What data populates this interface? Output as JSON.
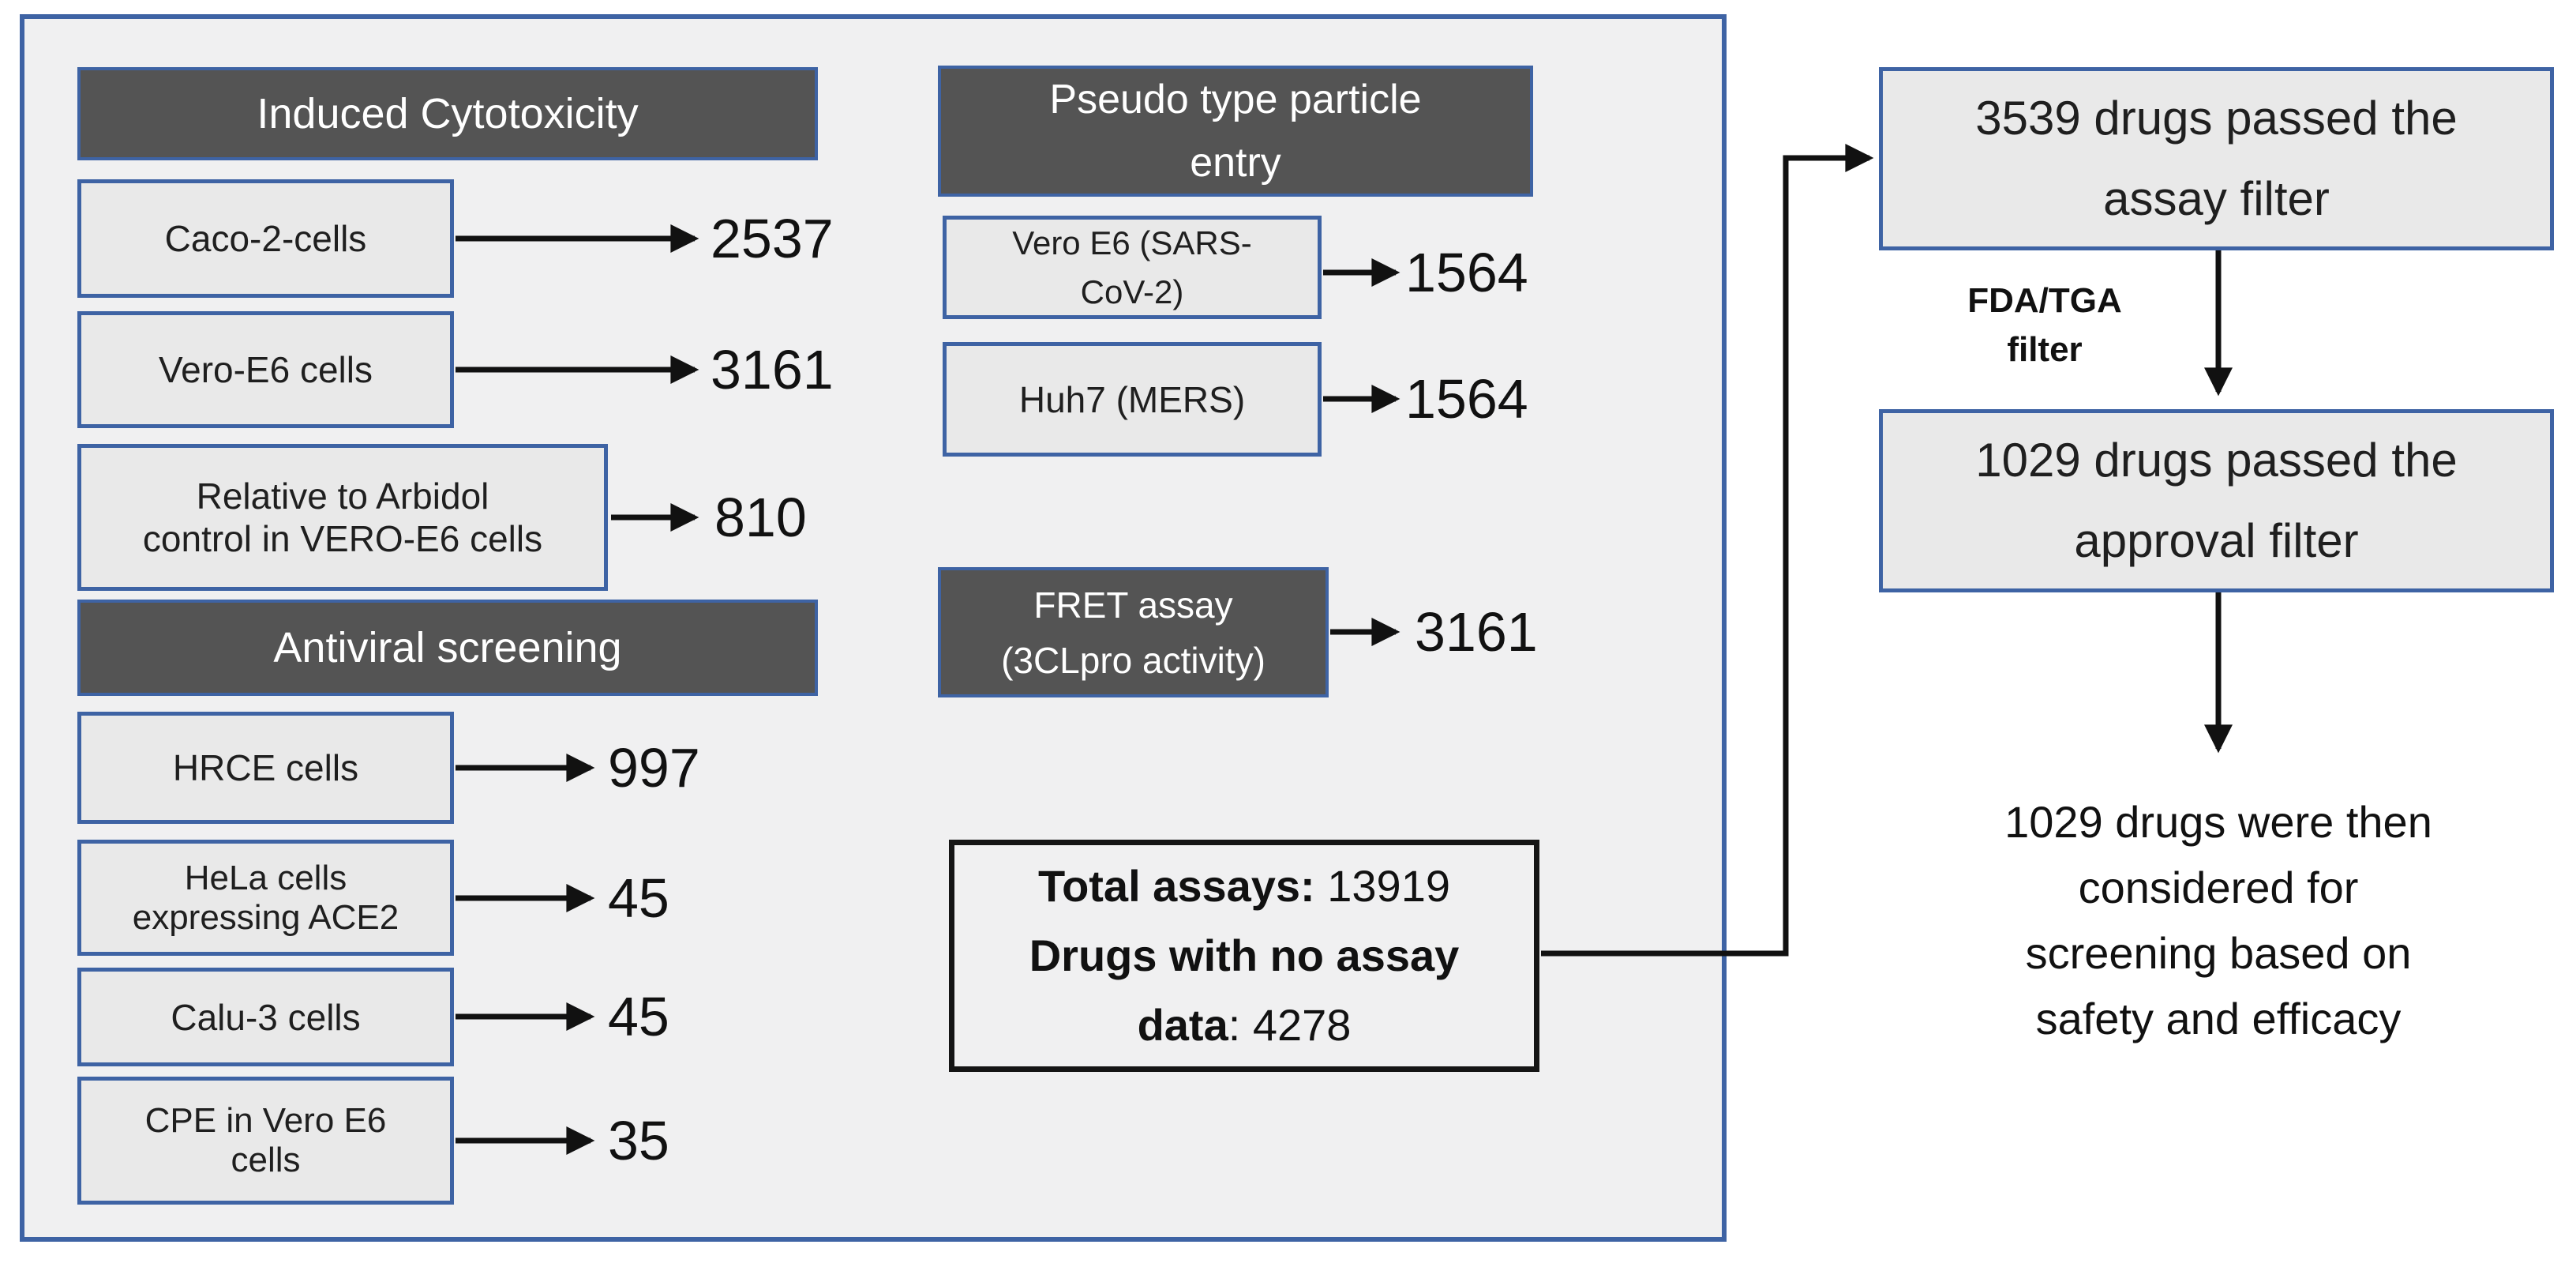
{
  "colors": {
    "outer_panel_bg": "#f0f0f1",
    "box_fill": "#e9e9e9",
    "dark_header_fill": "#545454",
    "blue_border": "#3e63a4",
    "black_border": "#151515",
    "arrow": "#111111",
    "page_bg": "#ffffff"
  },
  "left_panel": {
    "header1": "Induced Cytotoxicity",
    "rows1": [
      {
        "label": "Caco-2-cells",
        "value": "2537"
      },
      {
        "label": "Vero-E6 cells",
        "value": "3161"
      },
      {
        "label": "Relative to Arbidol\ncontrol in VERO-E6 cells",
        "value": "810"
      }
    ],
    "header2": "Antiviral screening",
    "rows2": [
      {
        "label": "HRCE cells",
        "value": "997"
      },
      {
        "label": "HeLa cells\nexpressing ACE2",
        "value": "45"
      },
      {
        "label": "Calu-3 cells",
        "value": "45"
      },
      {
        "label": "CPE in Vero E6\ncells",
        "value": "35"
      }
    ]
  },
  "middle_panel": {
    "header": "Pseudo type particle\nentry",
    "rows": [
      {
        "label": "Vero E6 (SARS-\nCoV-2)",
        "value": "1564"
      },
      {
        "label": "Huh7 (MERS)",
        "value": "1564"
      }
    ],
    "fret": {
      "label": "FRET assay\n(3CLpro activity)",
      "value": "3161"
    },
    "total_box": {
      "lines": [
        {
          "bold": "Total assays:",
          "rest": " 13919"
        },
        {
          "bold": "Drugs with no assay",
          "rest": ""
        },
        {
          "bold": "data",
          "rest": ": 4278"
        }
      ]
    }
  },
  "right_panel": {
    "assay_box": "3539 drugs passed the\nassay filter",
    "fda_label": "FDA/TGA\nfilter",
    "approval_box": "1029 drugs passed the\napproval filter",
    "final_note": "1029 drugs were then\nconsidered for\nscreening based on\nsafety and efficacy"
  }
}
